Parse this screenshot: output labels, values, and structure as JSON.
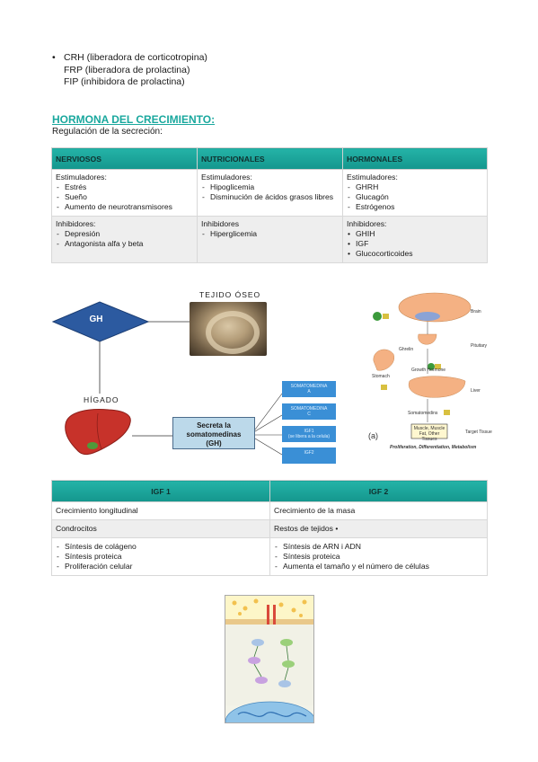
{
  "intro": {
    "bullet": "•",
    "lines": [
      "CRH (liberadora de corticotropina)",
      "FRP (liberadora de prolactina)",
      "FIP (inhibidora de prolactina)"
    ]
  },
  "section": {
    "title": "HORMONA DEL CRECIMIENTO:",
    "subtitle": "Regulación de la secreción:"
  },
  "table1": {
    "headers": [
      "NERVIOSOS",
      "NUTRICIONALES",
      "HORMONALES"
    ],
    "rows": [
      [
        {
          "label": "Estimuladores:",
          "items": [
            "Estrés",
            "Sueño",
            "Aumento de neurotransmisores"
          ]
        },
        {
          "label": "Estimuladores:",
          "items": [
            "Hipoglicemia",
            "Disminución de ácidos grasos libres"
          ]
        },
        {
          "label": "Estimuladores:",
          "items": [
            "GHRH",
            "Glucagón",
            "Estrógenos"
          ]
        }
      ],
      [
        {
          "label": "Inhibidores:",
          "items": [
            "Depresión",
            "Antagonista alfa y beta"
          ]
        },
        {
          "label": "Inhibidores",
          "items": [
            "Hiperglicemia"
          ]
        },
        {
          "label": "Inhibidores:",
          "items": [
            "GHIH",
            "IGF",
            "Glucocorticoides"
          ]
        }
      ]
    ]
  },
  "diagram": {
    "gh": "GH",
    "tejido": "TEJIDO ÓSEO",
    "higado": "HÍGADO",
    "secreta": [
      "Secreta la",
      "somatomedinas",
      "(GH)"
    ],
    "boxes": [
      {
        "l1": "SOMATOMEDINA",
        "l2": "A"
      },
      {
        "l1": "SOMATOMEDINA",
        "l2": "C"
      },
      {
        "l1": "IGF1",
        "l2": "(se libera a la celula)"
      },
      {
        "l1": "IGF2",
        "l2": ""
      }
    ]
  },
  "pathway": {
    "labels": [
      "Brain",
      "Pituitary",
      "Liver",
      "Target Tissue",
      "Stomach",
      "Ghrelin",
      "Growth Hormone",
      "Somatomedins",
      "Muscle, Muscle Fat, Other Tissues"
    ],
    "panel_label": "(a)",
    "caption": "Proliferation, Differentiation, Metabolism"
  },
  "table2": {
    "headers": [
      "IGF 1",
      "IGF 2"
    ],
    "rows": [
      [
        {
          "text": "Crecimiento longitudinal"
        },
        {
          "text": "Crecimiento de la masa"
        }
      ],
      [
        {
          "text": "Condrocitos"
        },
        {
          "text": "Restos de tejidos",
          "bullet": "•"
        }
      ],
      [
        {
          "items": [
            "Síntesis de colágeno",
            "Síntesis proteica",
            "Proliferación celular"
          ]
        },
        {
          "items": [
            "Síntesis de ARN i ADN",
            "Síntesis proteica",
            "Aumenta el tamaño y el número de células"
          ]
        }
      ]
    ]
  },
  "colors": {
    "accent": "#1aa89e",
    "header_bg": "#14968d",
    "gh_box": "#2c5aa0",
    "secreta_bg": "#bcd9ea",
    "somatomedina_box": "#3a8fd6"
  }
}
